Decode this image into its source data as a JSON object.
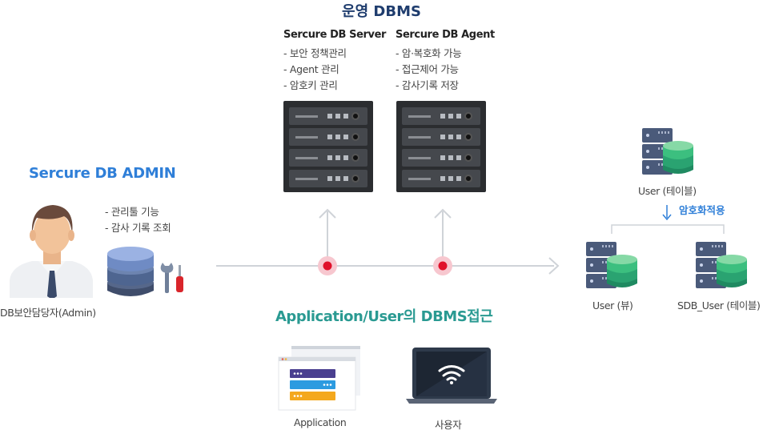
{
  "title": "운영 DBMS",
  "servers": [
    {
      "name": "Sercure DB Server",
      "features": [
        "- 보안 정책관리",
        "- Agent 관리",
        "- 암호키 관리"
      ]
    },
    {
      "name": "Sercure DB Agent",
      "features": [
        "- 암·복호화 가능",
        "- 접근제어 가능",
        "- 감사기록 저장"
      ]
    }
  ],
  "admin": {
    "title": "Sercure DB ADMIN",
    "features": [
      "- 관리툴 기능",
      "- 감사 기록 조회"
    ],
    "caption": "DB보안담당자(Admin)"
  },
  "access_title": "Application/User의 DBMS접근",
  "clients": {
    "application": "Application",
    "user": "사용자"
  },
  "tables": {
    "top": "User (테이블)",
    "encrypt_label": "암호화적용",
    "view": "User (뷰)",
    "sdb": "SDB_User (테이블)"
  },
  "colors": {
    "title": "#1f3d6e",
    "admin": "#2f7fd8",
    "access": "#2a9a92",
    "flow_line": "#cfd3d8",
    "node": "#e0102a",
    "node_halo": "#f7c7cf",
    "db_navy": "#4a5a7a",
    "db_green": "#2db07a"
  }
}
